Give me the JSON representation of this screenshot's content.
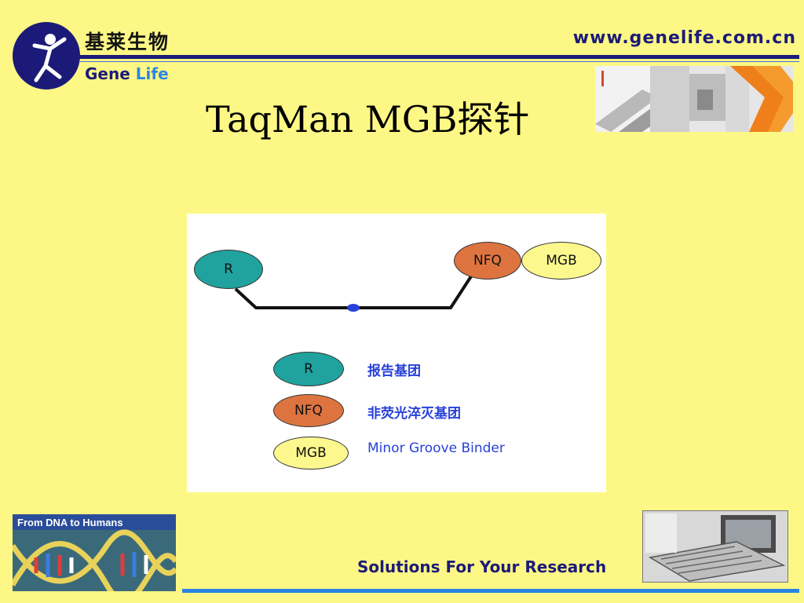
{
  "header": {
    "brand_cn": "基莱生物",
    "brand_en_1": "Gene",
    "brand_en_2": "Life",
    "url": "www.genelife.com.cn"
  },
  "slide": {
    "title": "TaqMan MGB探针"
  },
  "diagram": {
    "probe_labels": {
      "reporter": "R",
      "quencher": "NFQ",
      "binder": "MGB"
    },
    "legend": [
      {
        "symbol": "R",
        "text": "报告基团",
        "color": "#20a39e"
      },
      {
        "symbol": "NFQ",
        "text": "非荧光淬灭基团",
        "color": "#dd7440"
      },
      {
        "symbol": "MGB",
        "text": "Minor Groove Binder",
        "color": "#fdf88e"
      }
    ]
  },
  "footer": {
    "banner_text": "From DNA to Humans",
    "tagline": "Solutions For Your Research"
  },
  "colors": {
    "background": "#fdf885",
    "brand_navy": "#1c1a78",
    "accent_blue": "#2a83e4",
    "legend_text": "#2741d9"
  }
}
